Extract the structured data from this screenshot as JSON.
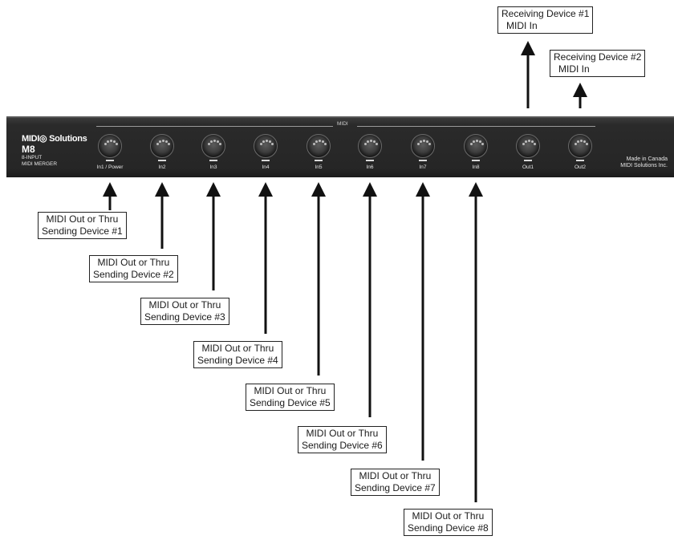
{
  "device": {
    "brand": "MIDI◎ Solutions",
    "model": "M8",
    "desc_line1": "8-INPUT",
    "desc_line2": "MIDI MERGER",
    "made_line1": "Made in Canada",
    "made_line2": "MIDI Solutions Inc.",
    "midi_label": "MIDI",
    "ports": [
      "In1 / Power",
      "In2",
      "In3",
      "In4",
      "In5",
      "In6",
      "In7",
      "In8",
      "Out1",
      "Out2"
    ]
  },
  "receivers": [
    {
      "line1": "Receiving Device #1",
      "line2": "MIDI In"
    },
    {
      "line1": "Receiving Device #2",
      "line2": "MIDI In"
    }
  ],
  "senders": [
    {
      "line1": "MIDI Out or Thru",
      "line2": "Sending Device #1"
    },
    {
      "line1": "MIDI Out or Thru",
      "line2": "Sending Device #2"
    },
    {
      "line1": "MIDI Out or Thru",
      "line2": "Sending Device #3"
    },
    {
      "line1": "MIDI Out or Thru",
      "line2": "Sending Device #4"
    },
    {
      "line1": "MIDI Out or Thru",
      "line2": "Sending Device #5"
    },
    {
      "line1": "MIDI Out or Thru",
      "line2": "Sending Device #6"
    },
    {
      "line1": "MIDI Out or Thru",
      "line2": "Sending Device #7"
    },
    {
      "line1": "MIDI Out or Thru",
      "line2": "Sending Device #8"
    }
  ]
}
